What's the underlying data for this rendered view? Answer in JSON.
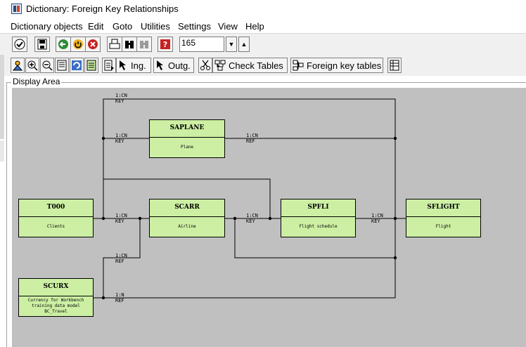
{
  "window": {
    "title": "Dictionary: Foreign Key Relationships"
  },
  "menu": [
    "Dictionary objects",
    "Edit",
    "Goto",
    "Utilities",
    "Settings",
    "View",
    "Help"
  ],
  "command_field": {
    "value": "165"
  },
  "toolbar2": {
    "ing_label": "Ing.",
    "outg_label": "Outg.",
    "check_tables_label": "Check Tables",
    "foreign_key_tables_label": "Foreign key tables"
  },
  "display_area_label": "Display Area",
  "nodes": {
    "saplane": {
      "name": "SAPLANE",
      "desc": "Plane"
    },
    "t000": {
      "name": "T000",
      "desc": "Clients"
    },
    "scarr": {
      "name": "SCARR",
      "desc": "Airline"
    },
    "spfli": {
      "name": "SPFLI",
      "desc": "Flight schedule"
    },
    "sflight": {
      "name": "SFLIGHT",
      "desc": "Flight"
    },
    "scurx": {
      "name": "SCURX",
      "desc": "Currency for Workbench training data model BC_Travel"
    }
  },
  "relations": {
    "top_card": "1:CN",
    "top_type": "KEY",
    "saplane_in_card": "1:CN",
    "saplane_in_type": "KEY",
    "saplane_out_card": "1:CN",
    "saplane_out_type": "REF",
    "t000_scarr_card": "1:CN",
    "t000_scarr_type": "KEY",
    "scarr_spfli_card": "1:CN",
    "scarr_spfli_type": "KEY",
    "spfli_sflight_card": "1:CN",
    "spfli_sflight_type": "KEY",
    "scurx_scarr_card": "1:CN",
    "scurx_scarr_type": "REF",
    "scurx_bottom_card": "1:N",
    "scurx_bottom_type": "REF"
  },
  "colors": {
    "node_fill": "#ccefa3",
    "canvas": "#c0c0c0"
  }
}
